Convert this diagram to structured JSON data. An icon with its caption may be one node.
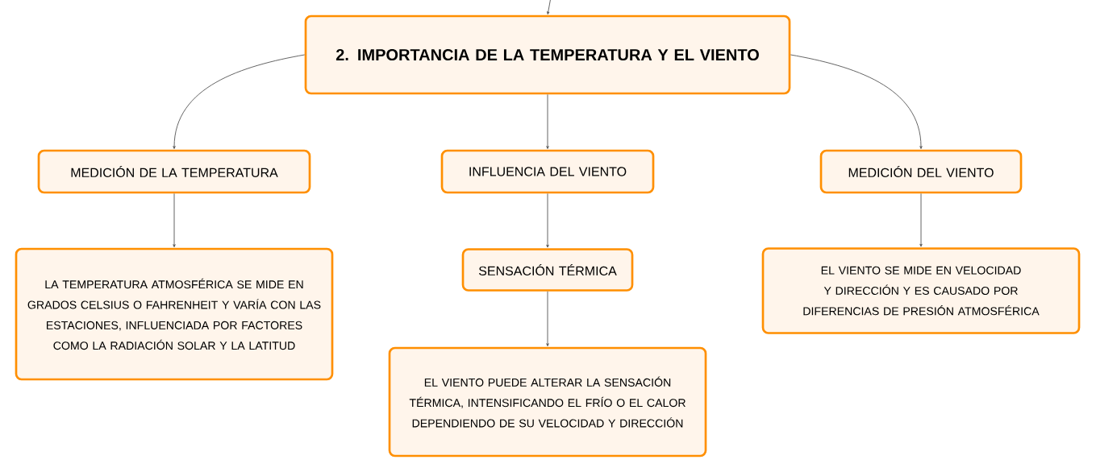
{
  "diagram": {
    "nodes": [
      {
        "text": [
          "2. IMPORTANCIA DE LA TEMPERATURA Y EL VIENTO"
        ]
      },
      {
        "text": [
          "MEDICIÓN DE LA TEMPERATURA"
        ]
      },
      {
        "text": [
          "INFLUENCIA DEL VIENTO"
        ]
      },
      {
        "text": [
          "MEDICIÓN DEL VIENTO"
        ]
      },
      {
        "text": [
          "LA TEMPERATURA ATMOSFÉRICA SE MIDE EN GRADOS CELSIUS O FAHRENHEIT Y VARÍA CON LAS ESTACIONES, INFLUENCIADA POR FACTORES COMO LA RADIACIÓN SOLAR Y LA LATITUD"
        ]
      },
      {
        "text": [
          "SENSACIÓN TÉRMICA"
        ]
      },
      {
        "text": [
          "EL VIENTO PUEDE ALTERAR LA SENSACIÓN TÉRMICA, INTENSIFICANDO EL FRÍO O EL CALOR DEPENDIENDO DE SU VELOCIDAD Y DIRECCIÓN"
        ]
      },
      {
        "text": [
          "EL VIENTO SE MIDE EN VELOCIDAD Y DIRECCIÓN Y ES CAUSADO POR DIFERENCIAS DE PRESIÓN ATMOSFÉRICA"
        ]
      }
    ],
    "edges": [
      {
        "from": null,
        "to": 0,
        "arrow": "to"
      },
      {
        "from": 0,
        "to": 1,
        "arrow": "to"
      },
      {
        "from": 0,
        "to": 2,
        "arrow": "to"
      },
      {
        "from": 0,
        "to": 3,
        "arrow": "to"
      },
      {
        "from": 1,
        "to": 4,
        "arrow": "to"
      },
      {
        "from": 2,
        "to": 5,
        "arrow": "to"
      },
      {
        "from": 5,
        "to": 6,
        "arrow": "to"
      },
      {
        "from": 3,
        "to": 7,
        "arrow": "to"
      }
    ]
  }
}
